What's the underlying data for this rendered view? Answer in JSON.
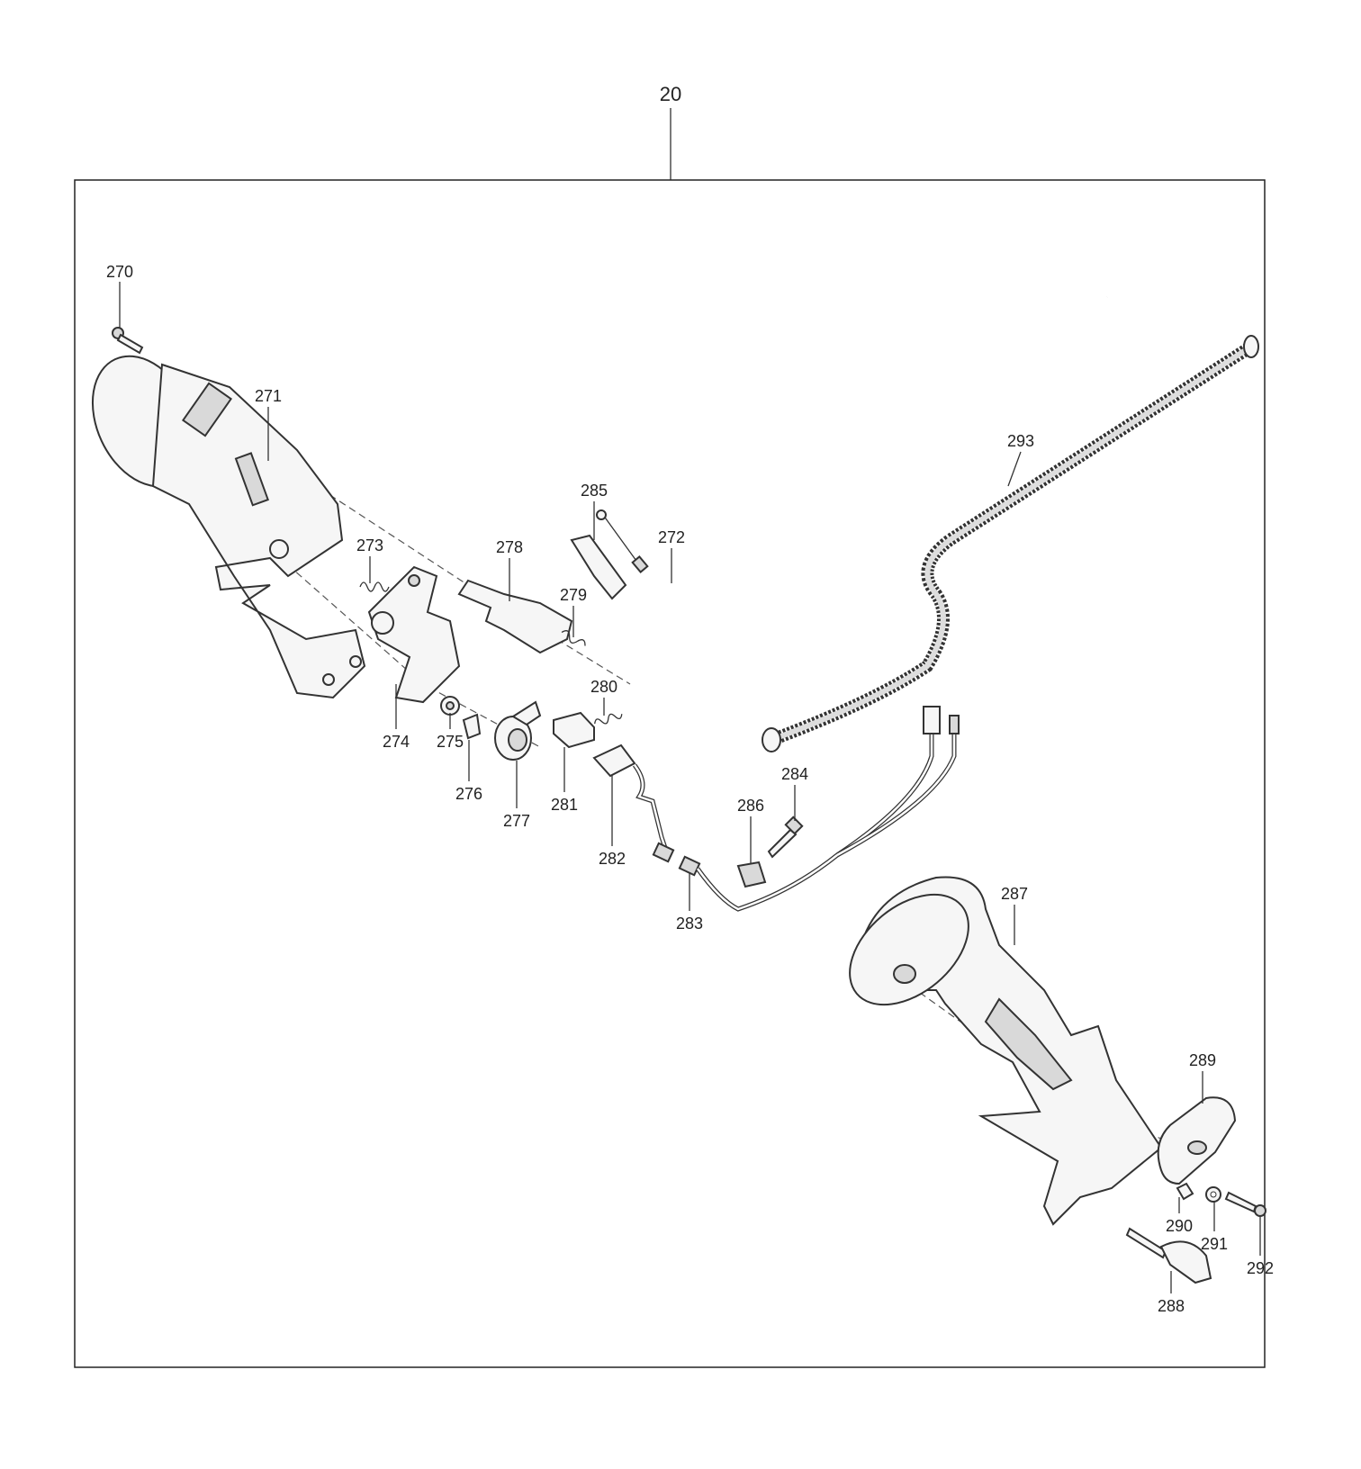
{
  "assembly": {
    "number": "20"
  },
  "parts": [
    {
      "id": "270",
      "label": "270"
    },
    {
      "id": "271",
      "label": "271"
    },
    {
      "id": "272",
      "label": "272"
    },
    {
      "id": "273",
      "label": "273"
    },
    {
      "id": "274",
      "label": "274"
    },
    {
      "id": "275",
      "label": "275"
    },
    {
      "id": "276",
      "label": "276"
    },
    {
      "id": "277",
      "label": "277"
    },
    {
      "id": "278",
      "label": "278"
    },
    {
      "id": "279",
      "label": "279"
    },
    {
      "id": "280",
      "label": "280"
    },
    {
      "id": "281",
      "label": "281"
    },
    {
      "id": "282",
      "label": "282"
    },
    {
      "id": "283",
      "label": "283"
    },
    {
      "id": "284",
      "label": "284"
    },
    {
      "id": "285",
      "label": "285"
    },
    {
      "id": "286",
      "label": "286"
    },
    {
      "id": "287",
      "label": "287"
    },
    {
      "id": "288",
      "label": "288"
    },
    {
      "id": "289",
      "label": "289"
    },
    {
      "id": "290",
      "label": "290"
    },
    {
      "id": "291",
      "label": "291"
    },
    {
      "id": "292",
      "label": "292"
    },
    {
      "id": "293",
      "label": "293"
    }
  ]
}
